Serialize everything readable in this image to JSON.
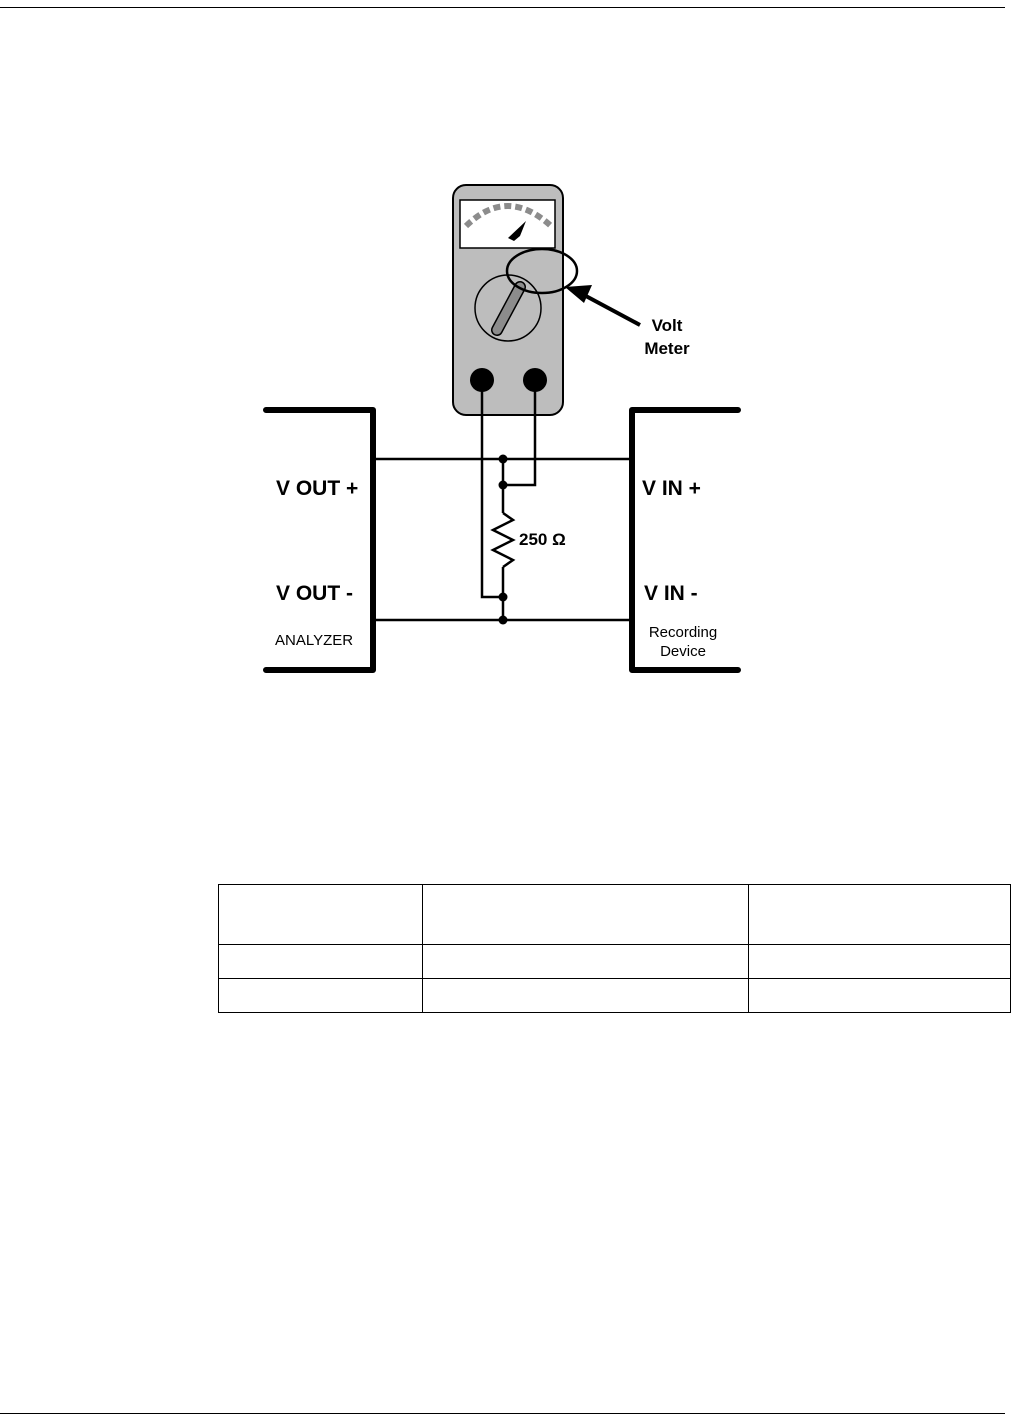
{
  "diagram": {
    "meter_label_line1": "Volt",
    "meter_label_line2": "Meter",
    "analyzer": {
      "vout_plus": "V OUT +",
      "vout_minus": "V OUT -",
      "name": "ANALYZER"
    },
    "recorder": {
      "vin_plus": "V IN +",
      "vin_minus": "V IN -",
      "name_line1": "Recording",
      "name_line2": "Device"
    },
    "resistor_label": "250 Ω",
    "colors": {
      "meter_body": "#bdbdbd",
      "meter_dial_dash": "#8c8c8c",
      "wire": "#000000"
    }
  },
  "table": {
    "header": [
      "",
      "",
      ""
    ],
    "rows": [
      [
        "",
        "",
        ""
      ],
      [
        "",
        "",
        ""
      ]
    ]
  }
}
